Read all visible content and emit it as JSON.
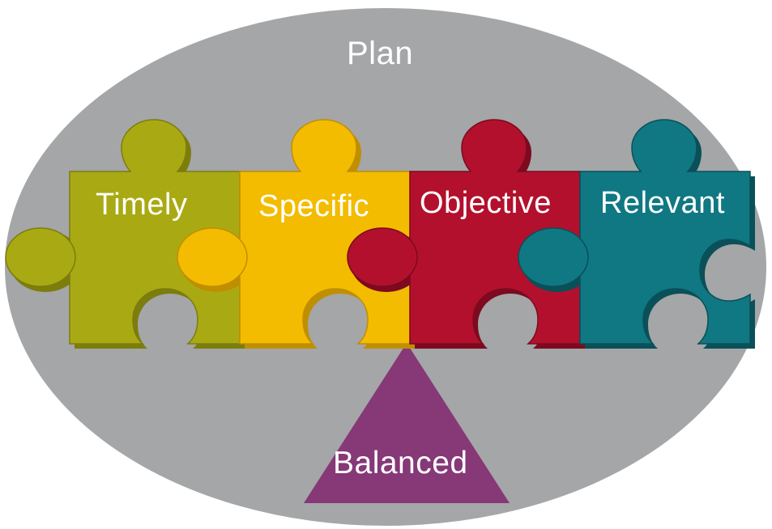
{
  "diagram": {
    "title": "Plan",
    "pieces": [
      {
        "label": "Timely",
        "color": "#A9AA13",
        "shade": "#7C7D0C"
      },
      {
        "label": "Specific",
        "color": "#F3BC00",
        "shade": "#C08F00"
      },
      {
        "label": "Objective",
        "color": "#B3102E",
        "shade": "#7D0A1F"
      },
      {
        "label": "Relevant",
        "color": "#0F7883",
        "shade": "#0A5058"
      }
    ],
    "fulcrum": {
      "label": "Balanced",
      "color": "#863877"
    },
    "background_color": "#A4A6A8"
  }
}
